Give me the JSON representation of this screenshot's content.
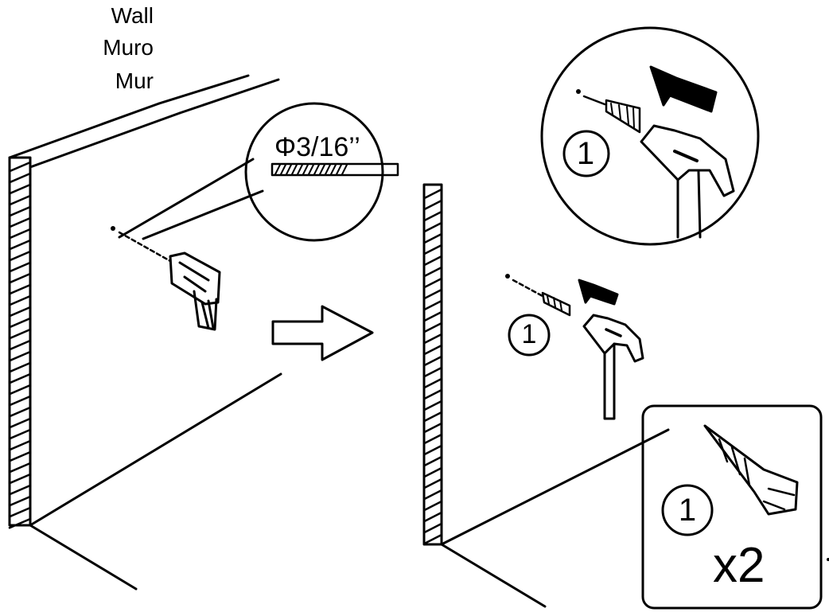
{
  "wall_labels": {
    "en": "Wall",
    "es": "Muro",
    "fr": "Mur"
  },
  "drill_bit": {
    "size_label": "Φ3/16’’"
  },
  "step_markers": {
    "detail_number": "1",
    "main_number": "1",
    "part_number": "1"
  },
  "part_box": {
    "quantity_label": "x2"
  },
  "colors": {
    "ink": "#000000",
    "paper": "#ffffff"
  },
  "icons": [
    "wall-icon",
    "drill-icon",
    "drill-bit-icon",
    "arrow-right-icon",
    "hammer-icon",
    "wall-anchor-icon",
    "push-arrow-icon"
  ]
}
